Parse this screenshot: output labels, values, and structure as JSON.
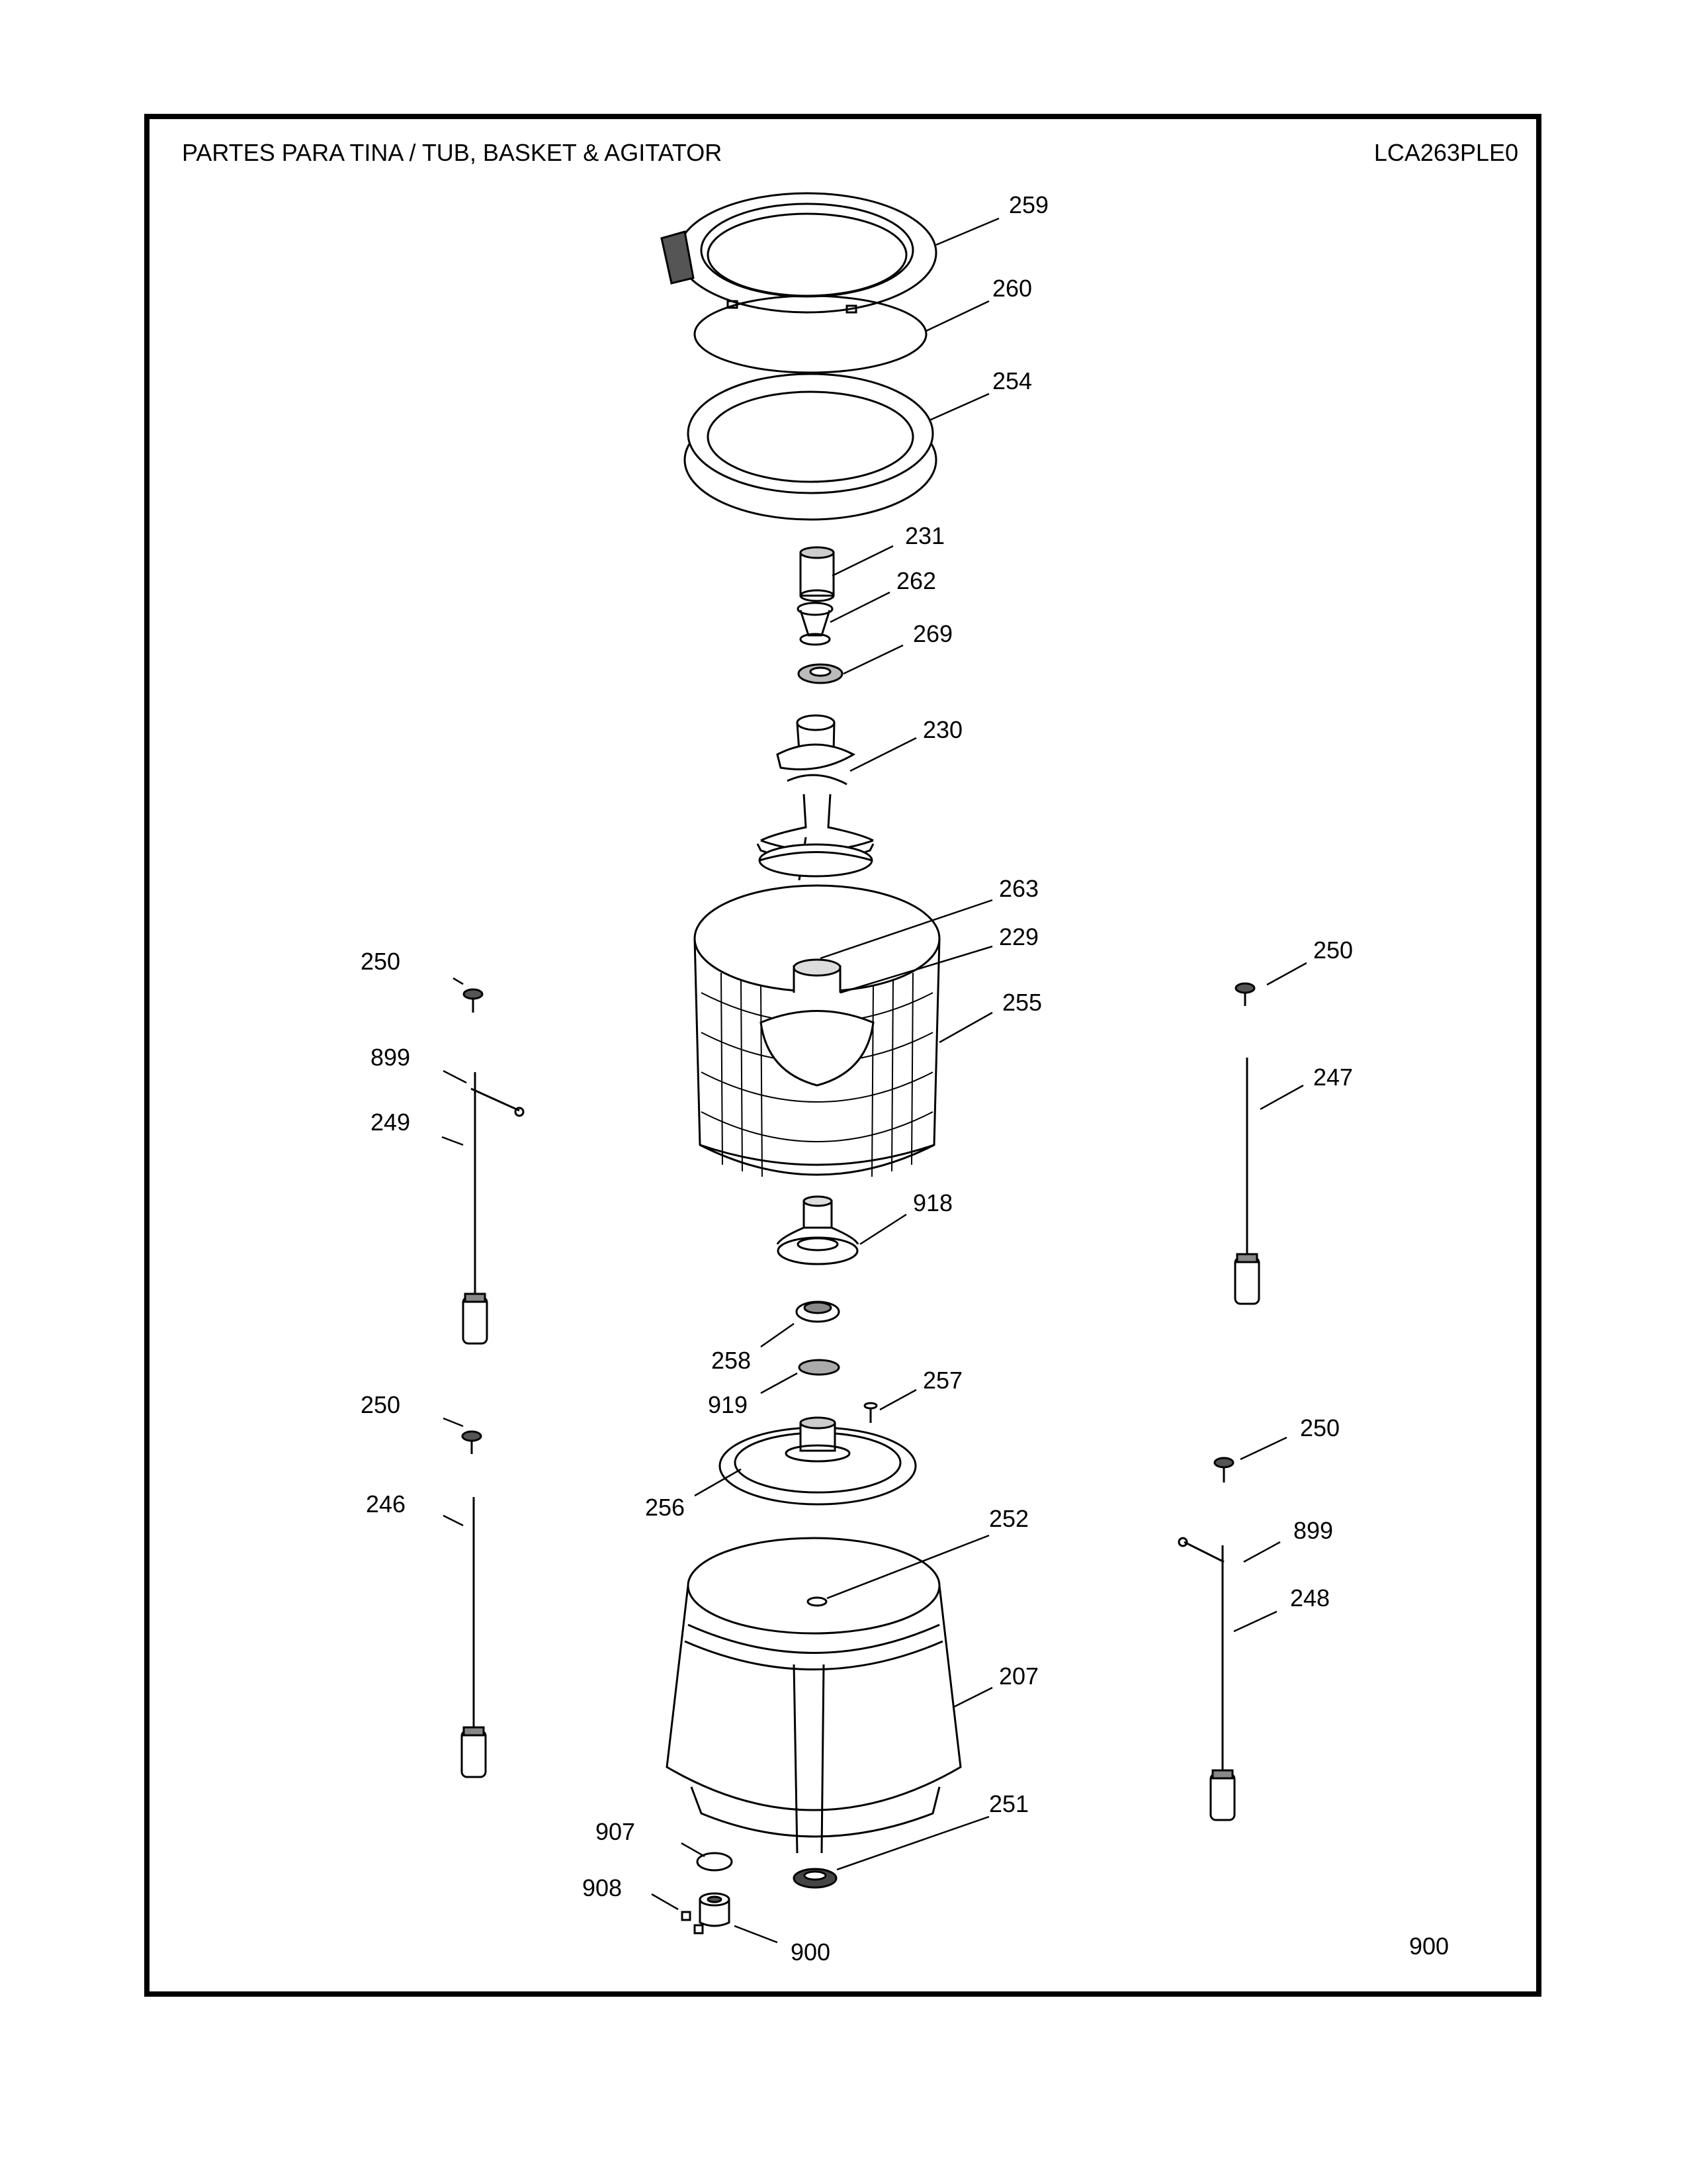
{
  "header": {
    "title": "PARTES PARA TINA  /  TUB, BASKET & AGITATOR",
    "model": "LCA263PLE0"
  },
  "page_number": "900",
  "callouts": [
    {
      "id": "c259",
      "label": "259"
    },
    {
      "id": "c260",
      "label": "260"
    },
    {
      "id": "c254",
      "label": "254"
    },
    {
      "id": "c231",
      "label": "231"
    },
    {
      "id": "c262",
      "label": "262"
    },
    {
      "id": "c269",
      "label": "269"
    },
    {
      "id": "c230",
      "label": "230"
    },
    {
      "id": "c263",
      "label": "263"
    },
    {
      "id": "c229",
      "label": "229"
    },
    {
      "id": "c255",
      "label": "255"
    },
    {
      "id": "c250a",
      "label": "250"
    },
    {
      "id": "c899a",
      "label": "899"
    },
    {
      "id": "c249",
      "label": "249"
    },
    {
      "id": "c250b",
      "label": "250"
    },
    {
      "id": "c247",
      "label": "247"
    },
    {
      "id": "c918",
      "label": "918"
    },
    {
      "id": "c258",
      "label": "258"
    },
    {
      "id": "c919",
      "label": "919"
    },
    {
      "id": "c257",
      "label": "257"
    },
    {
      "id": "c250c",
      "label": "250"
    },
    {
      "id": "c246",
      "label": "246"
    },
    {
      "id": "c256",
      "label": "256"
    },
    {
      "id": "c250d",
      "label": "250"
    },
    {
      "id": "c252",
      "label": "252"
    },
    {
      "id": "c899b",
      "label": "899"
    },
    {
      "id": "c248",
      "label": "248"
    },
    {
      "id": "c207",
      "label": "207"
    },
    {
      "id": "c907",
      "label": "907"
    },
    {
      "id": "c251",
      "label": "251"
    },
    {
      "id": "c908",
      "label": "908"
    },
    {
      "id": "c900",
      "label": "900"
    }
  ]
}
